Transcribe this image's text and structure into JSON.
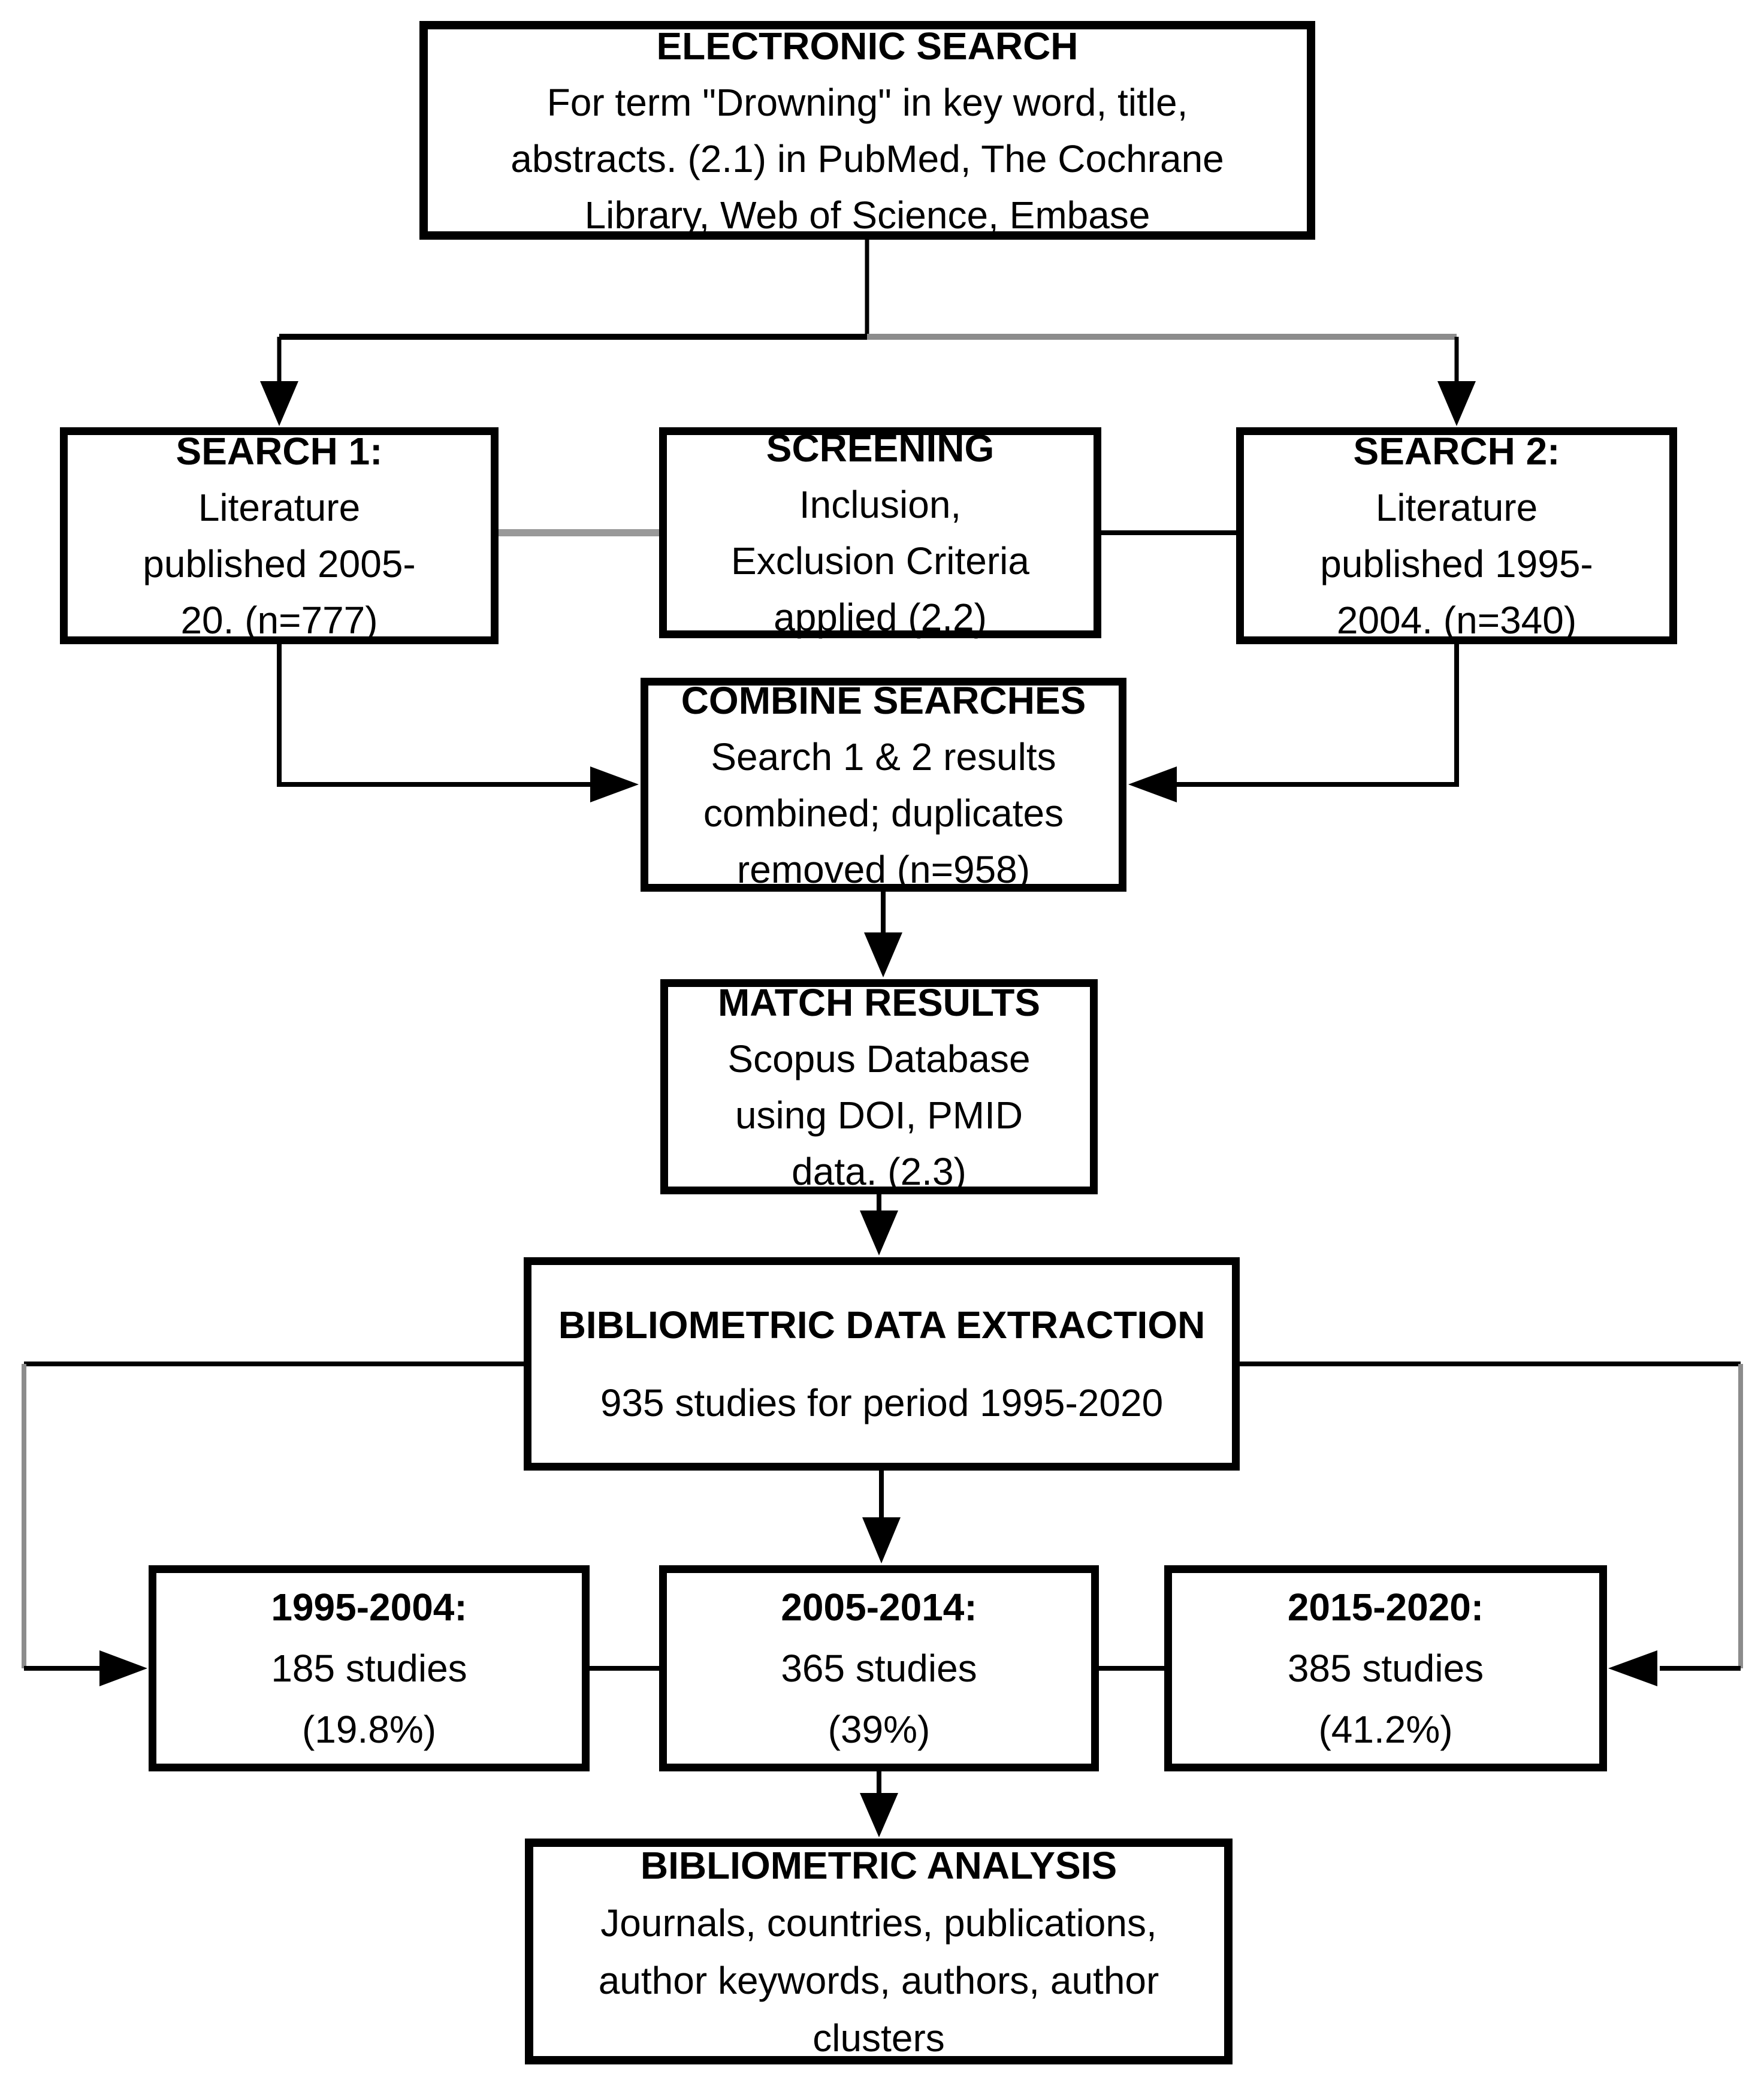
{
  "boxes": {
    "electronic_search": {
      "title": "ELECTRONIC SEARCH",
      "body": "For term \"Drowning\" in key word, title,\nabstracts. (2.1) in PubMed, The Cochrane\nLibrary, Web of Science, Embase"
    },
    "search_1": {
      "title": "SEARCH 1:",
      "body": "Literature\npublished 2005-\n20. (n=777)"
    },
    "screening": {
      "title": "SCREENING",
      "body": "Inclusion,\nExclusion Criteria\napplied (2.2)"
    },
    "search_2": {
      "title": "SEARCH 2:",
      "body": "Literature\npublished 1995-\n2004. (n=340)"
    },
    "combine_searches": {
      "title": "COMBINE SEARCHES",
      "body": "Search 1 & 2 results\ncombined; duplicates\nremoved (n=958)"
    },
    "match_results": {
      "title": "MATCH RESULTS",
      "body": "Scopus Database\nusing DOI, PMID\ndata. (2.3)"
    },
    "data_extraction": {
      "title": "BIBLIOMETRIC DATA EXTRACTION",
      "body": "935 studies for period 1995-2020"
    },
    "period_1995_2004": {
      "title": "1995-2004:",
      "body": "185 studies\n(19.8%)"
    },
    "period_2005_2014": {
      "title": "2005-2014:",
      "body": "365 studies\n(39%)"
    },
    "period_2015_2020": {
      "title": "2015-2020:",
      "body": "385 studies\n(41.2%)"
    },
    "bibliometric_analysis": {
      "title": "BIBLIOMETRIC ANALYSIS",
      "body": "Journals, countries, publications,\nauthor keywords, authors, author\nclusters"
    }
  },
  "colors": {
    "border": "#000000",
    "line_black": "#000000",
    "line_gray": "#8c8c8c",
    "background": "#ffffff",
    "text": "#000000"
  }
}
